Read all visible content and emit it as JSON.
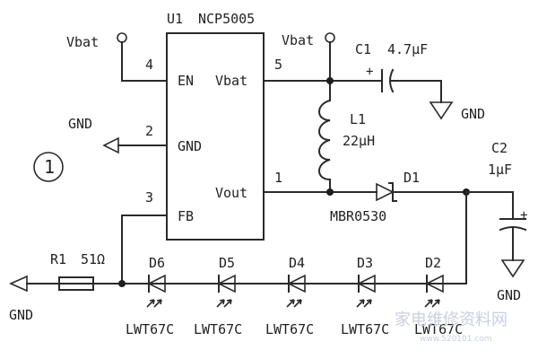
{
  "ic": {
    "ref": "U1",
    "part": "NCP5005",
    "pins": {
      "en_num": "4",
      "en_name": "EN",
      "gnd_num": "2",
      "gnd_name": "GND",
      "fb_num": "3",
      "fb_name": "FB",
      "vbat_num": "5",
      "vbat_name": "Vbat",
      "vout_num": "1",
      "vout_name": "Vout"
    }
  },
  "nets": {
    "vbat_left": "Vbat",
    "vbat_right": "Vbat",
    "gnd": "GND"
  },
  "c1": {
    "ref": "C1",
    "value": "4.7µF",
    "polarity": "+"
  },
  "c2": {
    "ref": "C2",
    "value": "1µF",
    "polarity": "+"
  },
  "l1": {
    "ref": "L1",
    "value": "22µH"
  },
  "d1": {
    "ref": "D1",
    "part": "MBR0530"
  },
  "r1": {
    "ref": "R1",
    "value": "51Ω"
  },
  "leds": [
    {
      "ref": "D6",
      "part": "LWT67C"
    },
    {
      "ref": "D5",
      "part": "LWT67C"
    },
    {
      "ref": "D4",
      "part": "LWT67C"
    },
    {
      "ref": "D3",
      "part": "LWT67C"
    },
    {
      "ref": "D2",
      "part": "LWT67C"
    }
  ],
  "figure_number": "1",
  "watermark": {
    "text": "家电维修资料网",
    "url": "www.520101.com"
  }
}
